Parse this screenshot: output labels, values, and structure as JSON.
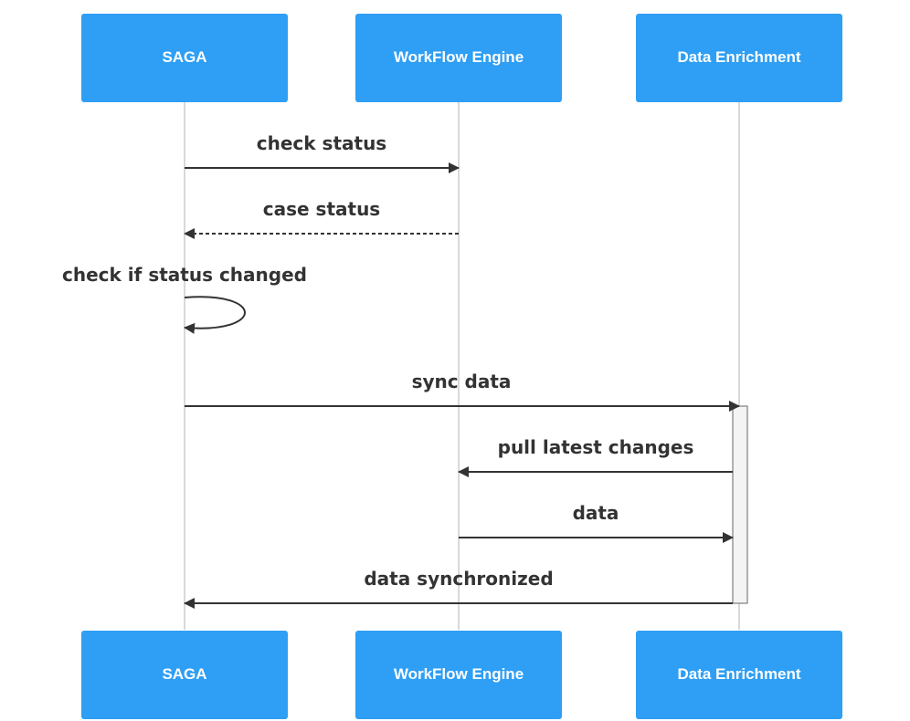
{
  "participants": [
    {
      "id": "saga",
      "label": "SAGA"
    },
    {
      "id": "workflow",
      "label": "WorkFlow Engine"
    },
    {
      "id": "enrich",
      "label": "Data Enrichment"
    }
  ],
  "messages": [
    {
      "from": "saga",
      "to": "workflow",
      "label": "check status",
      "style": "solid"
    },
    {
      "from": "workflow",
      "to": "saga",
      "label": "case status",
      "style": "dashed"
    },
    {
      "from": "saga",
      "to": "saga",
      "label": "check if status changed",
      "style": "solid"
    },
    {
      "from": "saga",
      "to": "enrich",
      "label": "sync data",
      "style": "solid"
    },
    {
      "from": "enrich",
      "to": "workflow",
      "label": "pull latest changes",
      "style": "solid"
    },
    {
      "from": "workflow",
      "to": "enrich",
      "label": "data",
      "style": "solid"
    },
    {
      "from": "enrich",
      "to": "saga",
      "label": "data synchronized",
      "style": "solid"
    }
  ],
  "colors": {
    "actor_fill": "#2e9ff5",
    "actor_text": "#ffffff",
    "line": "#333333",
    "lifeline": "#b3b3b3",
    "activation_fill": "#f4f4f4"
  }
}
